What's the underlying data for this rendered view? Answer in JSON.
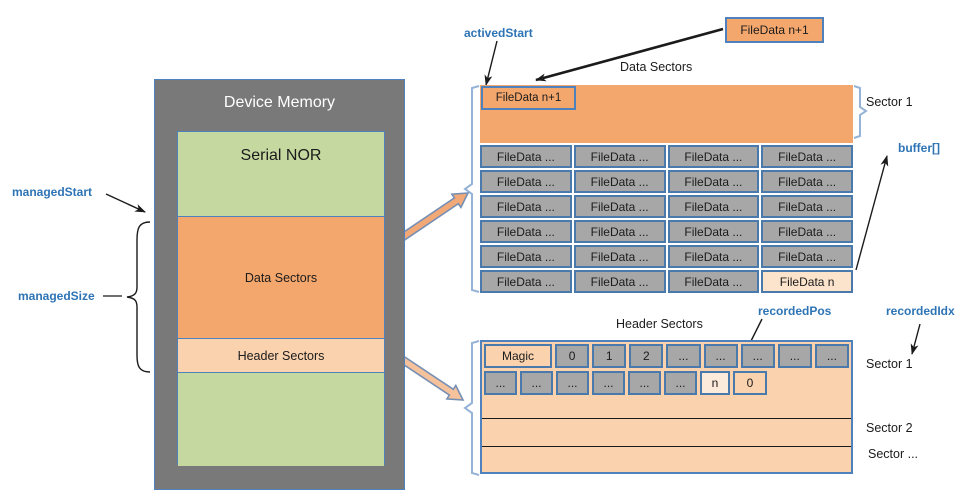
{
  "labels": {
    "managed_start": "managedStart",
    "managed_size": "managedSize",
    "actived_start": "activedStart",
    "buffer": "buffer[]",
    "recorded_pos": "recordedPos",
    "recorded_idx": "recordedIdx",
    "data_sectors_caption": "Data Sectors",
    "header_sectors_caption": "Header Sectors",
    "sector1_top": "Sector 1",
    "sector1_bottom": "Sector 1",
    "sector2": "Sector 2",
    "sector_more": "Sector ..."
  },
  "device": {
    "title": "Device Memory",
    "serial_nor": "Serial NOR",
    "data_sectors": "Data Sectors",
    "header_sectors": "Header Sectors"
  },
  "data_table": {
    "floating_box": "FileData n+1",
    "active_cell": "FileData n+1",
    "rows": 6,
    "cols": 4,
    "cell_label": "FileData ...",
    "last_cell": "FileData n"
  },
  "header_table": {
    "row1": [
      "Magic",
      "0",
      "1",
      "2",
      "...",
      "...",
      "...",
      "...",
      "..."
    ],
    "row2": [
      "...",
      "...",
      "...",
      "...",
      "...",
      "...",
      "n",
      "0"
    ]
  },
  "colors": {
    "accent_border": "#4F81BD",
    "bracket_blue": "#95B3D7",
    "label_blue": "#2E74B5",
    "orange": "#F4A76D",
    "peach": "#FAD2AE",
    "cream": "#FCEADA",
    "green": "#C5D8A0",
    "device_gray": "#797979",
    "cell_gray": "#A7A7A7"
  }
}
